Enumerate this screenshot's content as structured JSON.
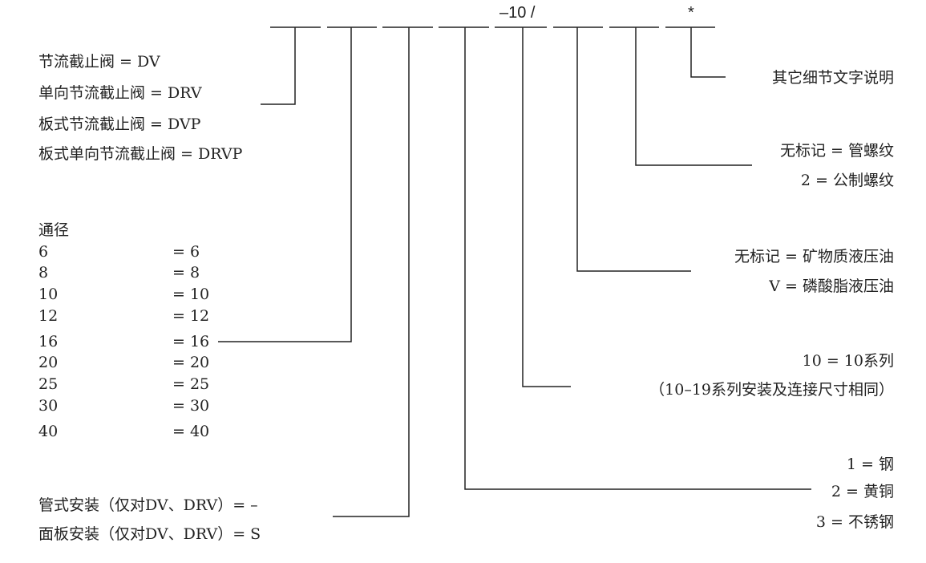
{
  "header": {
    "code_suffix": "–10 /",
    "star": "*"
  },
  "left": {
    "valve_types": [
      "节流截止阀 = DV",
      "单向节流截止阀 = DRV",
      "板式节流截止阀 = DVP",
      "板式单向节流截止阀 = DRVP"
    ],
    "bore_title": "通径",
    "bore_sizes": [
      {
        "size": "6",
        "code": "= 6"
      },
      {
        "size": "8",
        "code": "= 8"
      },
      {
        "size": "10",
        "code": "= 10"
      },
      {
        "size": "12",
        "code": "= 12"
      },
      {
        "size": "16",
        "code": "= 16"
      },
      {
        "size": "20",
        "code": "= 20"
      },
      {
        "size": "25",
        "code": "= 25"
      },
      {
        "size": "30",
        "code": "= 30"
      },
      {
        "size": "40",
        "code": "= 40"
      }
    ],
    "mounting": [
      "管式安装（仅对DV、DRV）= –",
      "面板安装（仅对DV、DRV）= S"
    ]
  },
  "right": {
    "other": "其它细节文字说明",
    "thread": [
      "无标记 = 管螺纹",
      "2 = 公制螺纹"
    ],
    "fluid": [
      "无标记 = 矿物质液压油",
      "V = 磷酸脂液压油"
    ],
    "series": [
      "10 = 10系列",
      "（10–19系列安装及连接尺寸相同）"
    ],
    "material": [
      "1 = 钢",
      "2 = 黄铜",
      "3 = 不锈钢"
    ]
  }
}
